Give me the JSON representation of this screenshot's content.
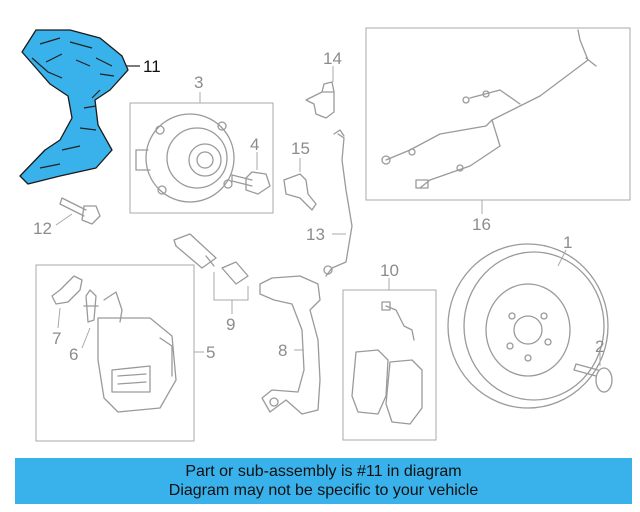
{
  "callouts": [
    {
      "id": "11",
      "label": "11"
    },
    {
      "id": "3",
      "label": "3"
    },
    {
      "id": "4",
      "label": "4"
    },
    {
      "id": "14",
      "label": "14"
    },
    {
      "id": "15",
      "label": "15"
    },
    {
      "id": "12",
      "label": "12"
    },
    {
      "id": "13",
      "label": "13"
    },
    {
      "id": "16",
      "label": "16"
    },
    {
      "id": "1",
      "label": "1"
    },
    {
      "id": "2",
      "label": "2"
    },
    {
      "id": "5",
      "label": "5"
    },
    {
      "id": "6",
      "label": "6"
    },
    {
      "id": "7",
      "label": "7"
    },
    {
      "id": "8",
      "label": "8"
    },
    {
      "id": "9",
      "label": "9"
    },
    {
      "id": "10",
      "label": "10"
    }
  ],
  "highlight_color": "#39b1ea",
  "banner": {
    "line1": "Part or sub-assembly is #11 in diagram",
    "line2": "Diagram may not be specific to your vehicle"
  }
}
